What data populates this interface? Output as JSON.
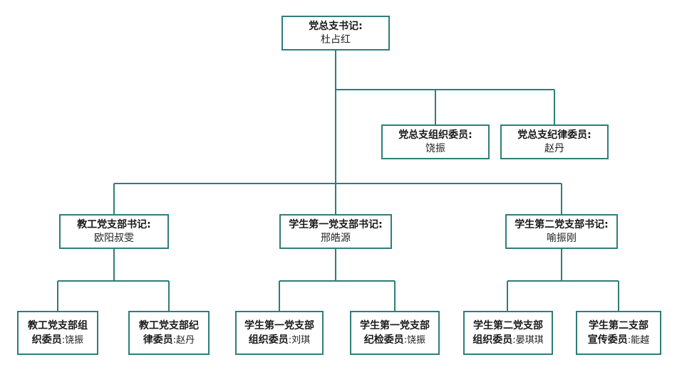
{
  "colors": {
    "line": "#2E7D7B",
    "border": "#2E7D7B"
  },
  "root": {
    "title": "党总支书记:",
    "name": "杜占红"
  },
  "committee": [
    {
      "title": "党总支组织委员:",
      "name": "饶振"
    },
    {
      "title": "党总支纪律委员:",
      "name": "赵丹"
    }
  ],
  "branches": [
    {
      "title": "教工党支部书记:",
      "name": "欧阳叔雯",
      "members": [
        {
          "line1": "教工党支部组",
          "line2_bold": "织委员",
          "line2": ":饶振"
        },
        {
          "line1": "教工党支部纪",
          "line2_bold": "律委员",
          "line2": ":赵丹"
        }
      ]
    },
    {
      "title": "学生第一党支部书记:",
      "name": "邢皓源",
      "members": [
        {
          "line1": "学生第一党支部",
          "line2_bold": "组织委员",
          "line2": ":刘琪"
        },
        {
          "line1": "学生第一党支部",
          "line2_bold": "纪检委员",
          "line2": ":饶振"
        }
      ]
    },
    {
      "title": "学生第二党支部书记:",
      "name": "喻振刚",
      "members": [
        {
          "line1": "学生第二党支部",
          "line2_bold": "组织委员",
          "line2": ":晏琪琪"
        },
        {
          "line1": "学生第二支部",
          "line2_bold": "宣传委员",
          "line2": ":能越"
        }
      ]
    }
  ]
}
